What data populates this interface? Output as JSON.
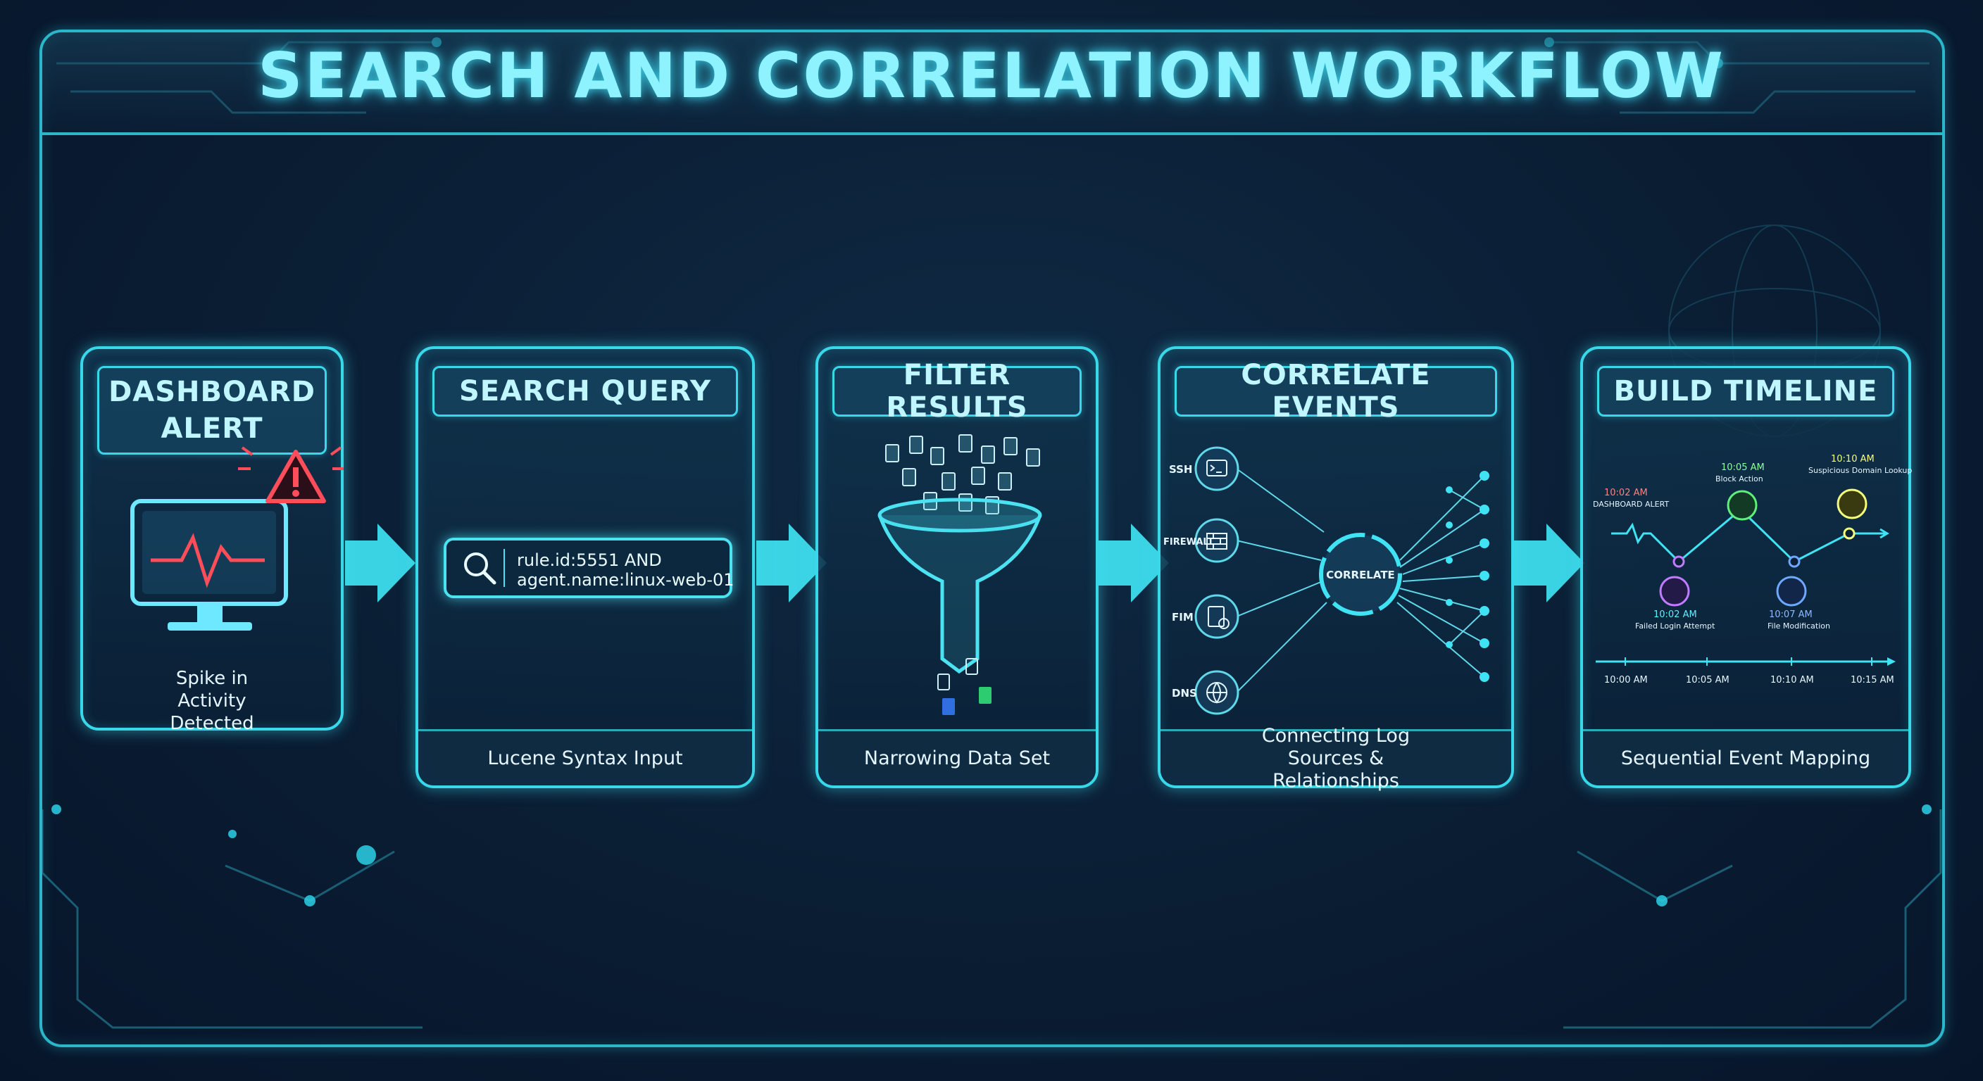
{
  "title": "SEARCH AND CORRELATION WORKFLOW",
  "colors": {
    "accent": "#39d7ea",
    "alert": "#ff4d5a",
    "background": "#0a1d33"
  },
  "steps": [
    {
      "heading": "DASHBOARD ALERT",
      "note": "Spike in Activity Detected",
      "icon": "monitor-alert-icon"
    },
    {
      "heading": "SEARCH QUERY",
      "query_line1": "rule.id:5551 AND",
      "query_line2": "agent.name:linux-web-01",
      "footer": "Lucene Syntax Input",
      "icon": "search-icon"
    },
    {
      "heading": "FILTER RESULTS",
      "footer": "Narrowing Data Set",
      "icon": "funnel-icon"
    },
    {
      "heading": "CORRELATE EVENTS",
      "footer": "Connecting Log Sources & Relationships",
      "hub": "CORRELATE",
      "sources": [
        "SSH",
        "FIREWALL",
        "FIM",
        "DNS"
      ]
    },
    {
      "heading": "BUILD TIMELINE",
      "footer": "Sequential Event Mapping",
      "events": [
        {
          "time": "10:02 AM",
          "label": "DASHBOARD ALERT"
        },
        {
          "time": "10:02 AM",
          "label": "Failed Login Attempt"
        },
        {
          "time": "10:05 AM",
          "label": "Block Action"
        },
        {
          "time": "10:07 AM",
          "label": "File Modification"
        },
        {
          "time": "10:10 AM",
          "label": "Suspicious Domain Lookup"
        }
      ],
      "axis_ticks": [
        "10:00 AM",
        "10:05 AM",
        "10:10 AM",
        "10:15 AM"
      ]
    }
  ]
}
